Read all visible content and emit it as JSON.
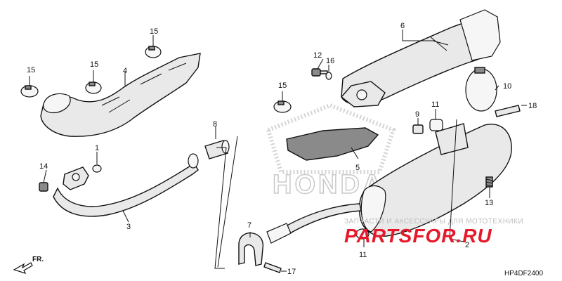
{
  "diagram": {
    "code": "HP4DF2400",
    "front_marker": "FR.",
    "background_logo": "HONDA",
    "watermark": {
      "brand": "PARTSFOR.RU",
      "tagline": "ЗАПЧАСТИ И АКСЕССУАРЫ ДЛЯ МОТОТЕХНИКИ"
    },
    "callouts": {
      "c1": "1",
      "c2": "2",
      "c3": "3",
      "c4": "4",
      "c5": "5",
      "c6": "6",
      "c7": "7",
      "c8": "8",
      "c9": "9",
      "c10": "10",
      "c11a": "11",
      "c11b": "11",
      "c12": "12",
      "c13": "13",
      "c14": "14",
      "c15a": "15",
      "c15b": "15",
      "c15c": "15",
      "c15d": "15",
      "c16": "16",
      "c17": "17",
      "c18": "18"
    }
  }
}
